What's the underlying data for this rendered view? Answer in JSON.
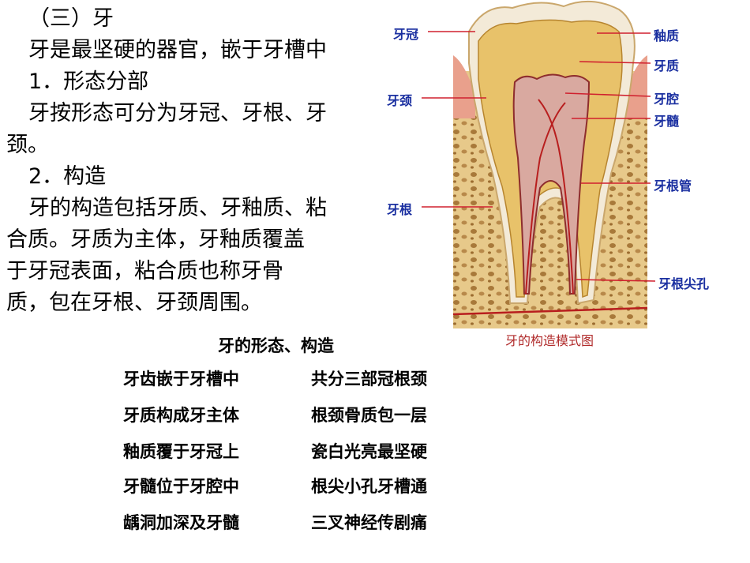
{
  "section_title": "（三）牙",
  "intro": "牙是最坚硬的器官，嵌于牙槽中",
  "part1_heading": "1．形态分部",
  "part1_text_a": "牙按形态可分为牙冠、牙根、牙",
  "part1_text_b": "颈。",
  "part2_heading": "2．构造",
  "part2_lines": [
    "牙的构造包括牙质、牙釉质、粘",
    "合质。牙质为主体，牙釉质覆盖",
    "于牙冠表面，粘合质也称牙骨",
    "质，包在牙根、牙颈周围。"
  ],
  "figure": {
    "labels": {
      "crown": "牙冠",
      "neck": "牙颈",
      "root": "牙根",
      "enamel": "釉质",
      "dentin": "牙质",
      "cavity": "牙腔",
      "pulp": "牙髓",
      "root_canal": "牙根管",
      "apical_foramen": "牙根尖孔"
    },
    "caption": "牙的构造模式图",
    "colors": {
      "label": "#1a2fa0",
      "pointer": "#d0202e",
      "caption": "#b02a2a"
    }
  },
  "rhyme": {
    "title": "牙的形态、构造",
    "rows": [
      [
        "牙齿嵌于牙槽中",
        "共分三部冠根颈"
      ],
      [
        "牙质构成牙主体",
        "根颈骨质包一层"
      ],
      [
        "釉质覆于牙冠上",
        "瓷白光亮最坚硬"
      ],
      [
        "牙髓位于牙腔中",
        "根尖小孔牙槽通"
      ],
      [
        "龋洞加深及牙髓",
        "三叉神经传剧痛"
      ]
    ]
  }
}
